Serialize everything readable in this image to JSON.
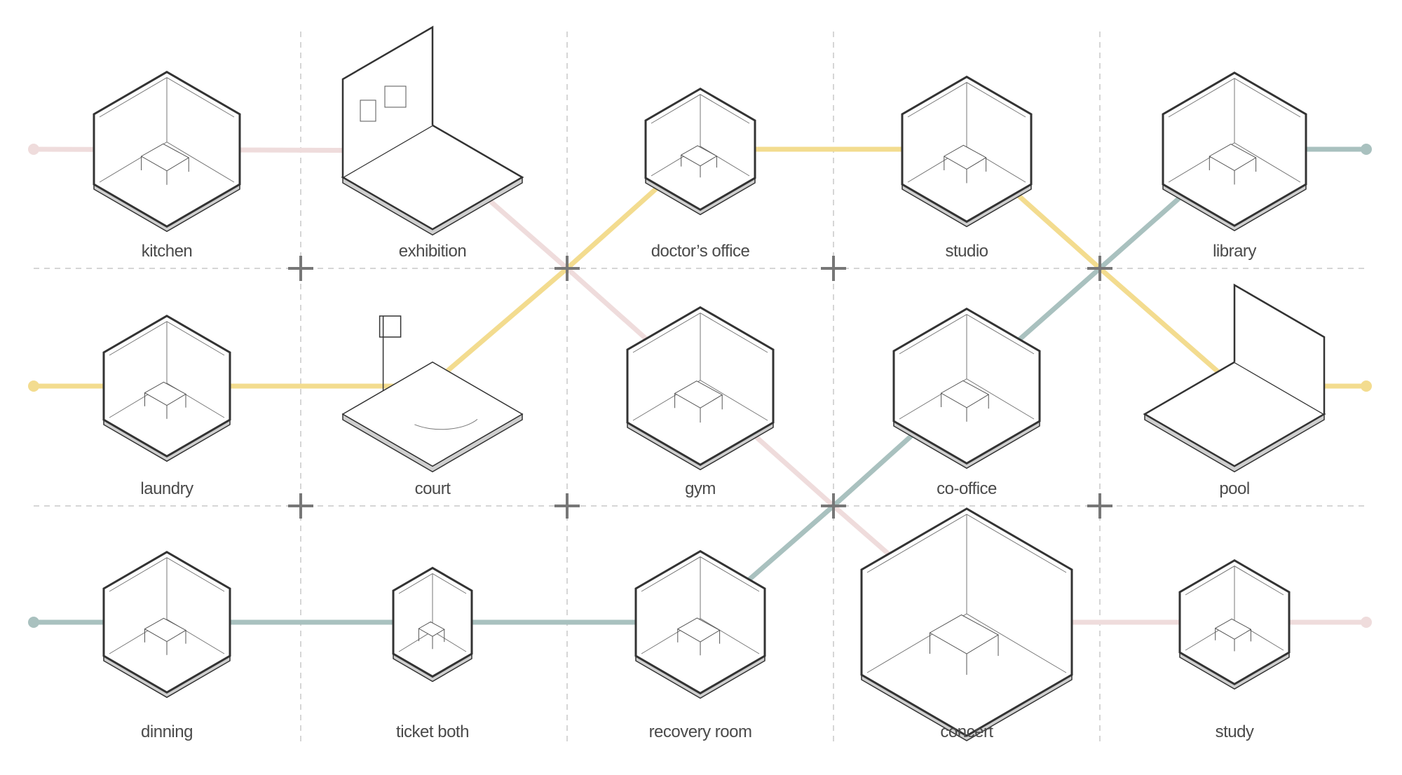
{
  "colors": {
    "pink_route": "#efdcdc",
    "yellow_route": "#f3dc8f",
    "teal_route": "#a9c1bf",
    "grid": "#c8c8c8",
    "cross": "#777777",
    "room_line": "#333333",
    "room_wall": "#cfcfcf"
  },
  "rooms": [
    {
      "label": "kitchen"
    },
    {
      "label": "exhibition"
    },
    {
      "label": "doctor’s office"
    },
    {
      "label": "studio"
    },
    {
      "label": "library"
    },
    {
      "label": "laundry"
    },
    {
      "label": "court"
    },
    {
      "label": "gym"
    },
    {
      "label": "co-office"
    },
    {
      "label": "pool"
    },
    {
      "label": "dinning"
    },
    {
      "label": "ticket both"
    },
    {
      "label": "recovery room"
    },
    {
      "label": "concert"
    },
    {
      "label": "study"
    }
  ]
}
